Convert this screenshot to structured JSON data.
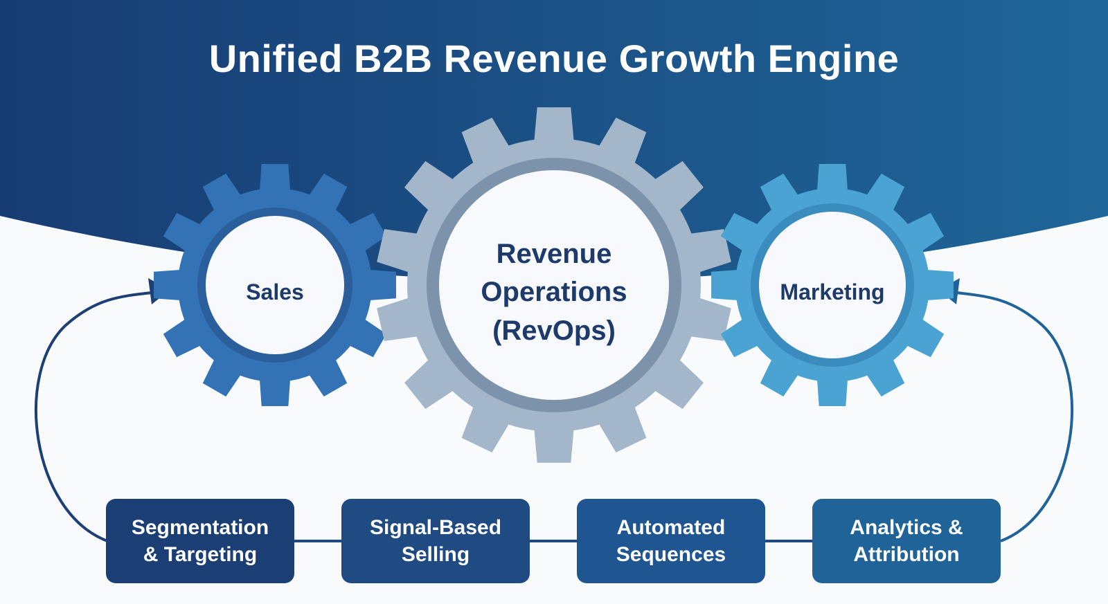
{
  "title": "Unified B2B Revenue Growth Engine",
  "colors": {
    "banner_dark": "#173c73",
    "banner_light": "#1f6699",
    "sales_gear": "#3373b5",
    "revops_gear": "#a4b6c9",
    "marketing_gear": "#4aa3d3",
    "label_text": "#1d3a6b",
    "box_1": "#1b3f75",
    "box_2": "#1f4a82",
    "box_3": "#1f5590",
    "box_4": "#1f6398",
    "arrow_left": "#1d3f75",
    "arrow_right": "#1f6398"
  },
  "gears": [
    {
      "id": "sales",
      "label": "Sales",
      "icon": "gear-icon"
    },
    {
      "id": "revops",
      "label": "Revenue\nOperations\n(RevOps)",
      "icon": "gear-icon"
    },
    {
      "id": "marketing",
      "label": "Marketing",
      "icon": "gear-icon"
    }
  ],
  "steps": [
    {
      "label": "Segmentation\n& Targeting"
    },
    {
      "label": "Signal-Based\nSelling"
    },
    {
      "label": "Automated\nSequences"
    },
    {
      "label": "Analytics &\nAttribution"
    }
  ]
}
